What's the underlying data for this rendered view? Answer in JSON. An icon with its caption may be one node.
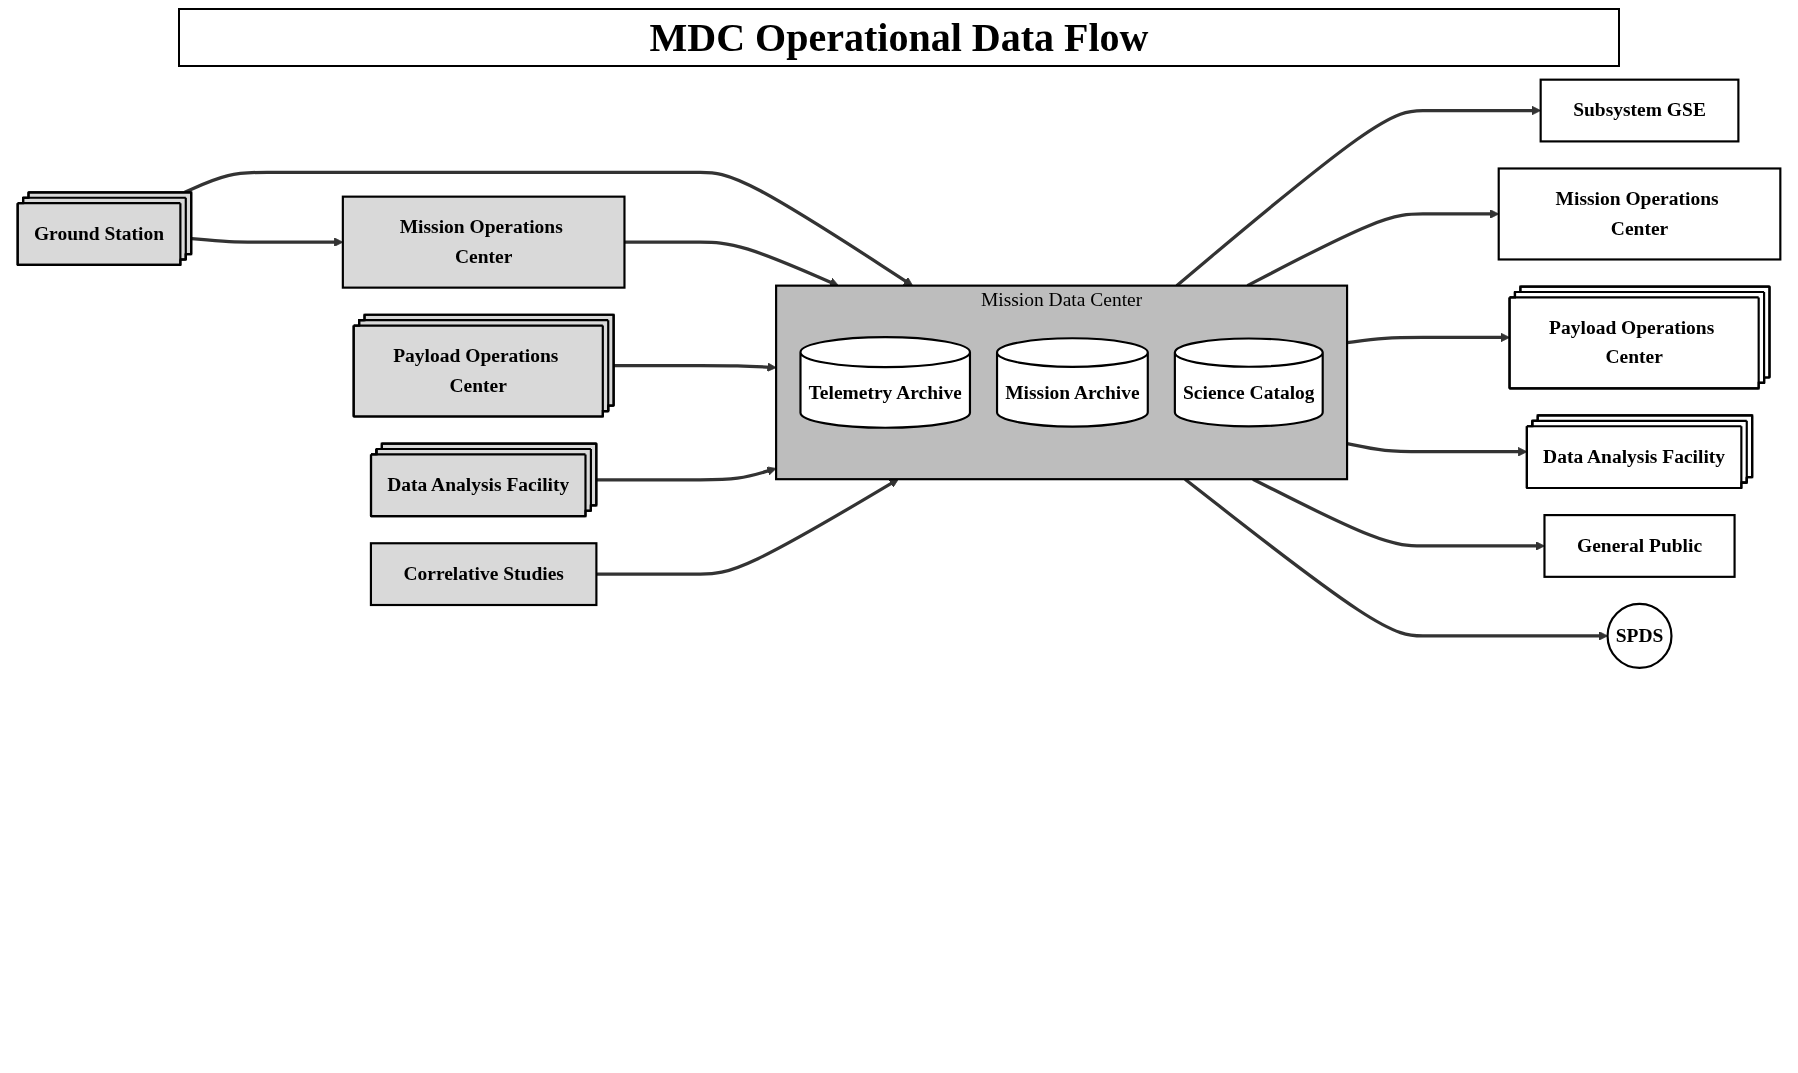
{
  "diagram": {
    "title": "MDC Operational Data Flow",
    "nodes": [
      {
        "text": [
          "Ground Station"
        ]
      },
      {
        "text": [
          "Mission Operations Center"
        ]
      },
      {
        "text": [
          "Payload Operations Center"
        ]
      },
      {
        "text": [
          "Data Analysis Facility"
        ]
      },
      {
        "text": [
          "Correlative Studies"
        ]
      },
      {
        "text": [
          "Mission Data Center"
        ]
      },
      {
        "text": [
          "Telemetry Archive"
        ],
        "in": 5
      },
      {
        "text": [
          "Mission Archive"
        ],
        "in": 5
      },
      {
        "text": [
          "Science Catalog"
        ],
        "in": 5
      },
      {
        "text": [
          "Subsystem GSE"
        ]
      },
      {
        "text": [
          "Mission Operations Center"
        ]
      },
      {
        "text": [
          "Payload Operations Center"
        ]
      },
      {
        "text": [
          "Data Analysis Facility"
        ]
      },
      {
        "text": [
          "General Public"
        ]
      },
      {
        "text": [
          "SPDS"
        ]
      }
    ],
    "edges": [
      {
        "from": 0,
        "to": 1,
        "arrow": "to"
      },
      {
        "from": 0,
        "to": 5,
        "arrow": "to"
      },
      {
        "from": 1,
        "to": 5,
        "arrow": "to"
      },
      {
        "from": 2,
        "to": 5,
        "arrow": "to"
      },
      {
        "from": 3,
        "to": 5,
        "arrow": "to"
      },
      {
        "from": 4,
        "to": 5,
        "arrow": "to"
      },
      {
        "from": 5,
        "to": 9,
        "arrow": "to"
      },
      {
        "from": 5,
        "to": 10,
        "arrow": "to"
      },
      {
        "from": 5,
        "to": 11,
        "arrow": "to"
      },
      {
        "from": 5,
        "to": 12,
        "arrow": "to"
      },
      {
        "from": 5,
        "to": 13,
        "arrow": "to"
      },
      {
        "from": 5,
        "to": 14,
        "arrow": "to"
      }
    ]
  }
}
